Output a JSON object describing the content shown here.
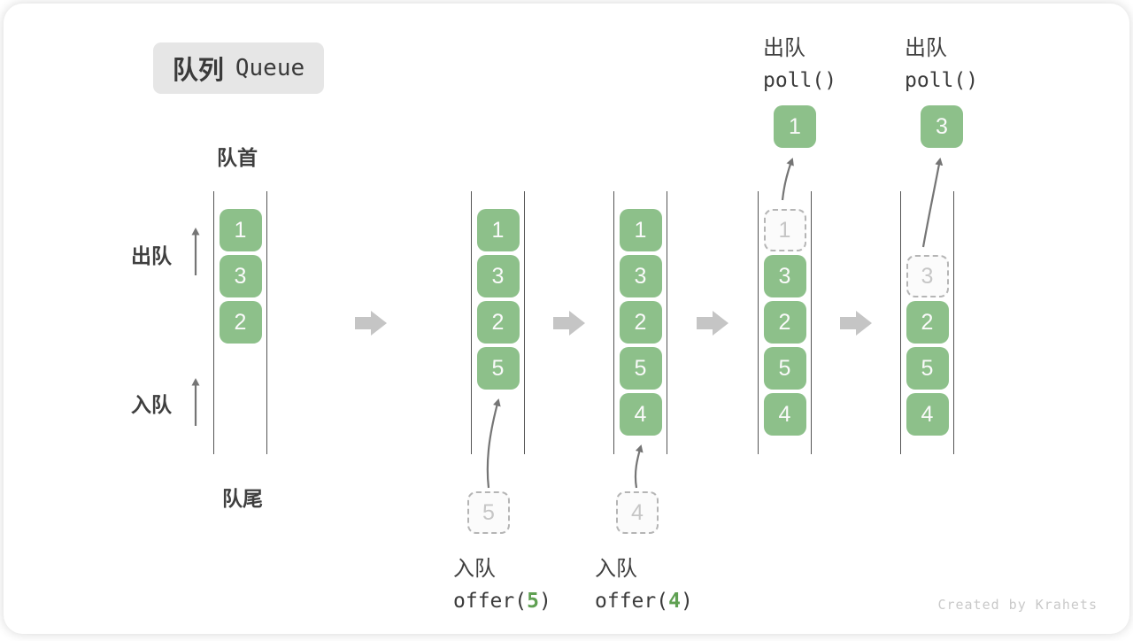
{
  "title": {
    "zh": "队列",
    "en": "Queue"
  },
  "side_labels": {
    "front": "队首",
    "rear": "队尾",
    "dequeue": "出队",
    "enqueue": "入队"
  },
  "credit": "Created by Krahets",
  "colors": {
    "cell_green": "#8dc08a",
    "cell_text": "#fafafa",
    "code_arg_green": "#5fa052",
    "dashed_border": "#b5b5b5",
    "dashed_text": "#c6c6c6",
    "queue_line": "#555555",
    "thin_arrow": "#757575",
    "block_arrow": "#c5c5c5",
    "label_text": "#3f3f3f",
    "badge_bg": "#e6e6e6"
  },
  "states": [
    {
      "name": "initial",
      "cells": [
        {
          "row": 0,
          "value": "1",
          "style": "solid"
        },
        {
          "row": 1,
          "value": "3",
          "style": "solid"
        },
        {
          "row": 2,
          "value": "2",
          "style": "solid"
        }
      ]
    },
    {
      "name": "after-offer-5",
      "cells": [
        {
          "row": 0,
          "value": "1",
          "style": "solid"
        },
        {
          "row": 1,
          "value": "3",
          "style": "solid"
        },
        {
          "row": 2,
          "value": "2",
          "style": "solid"
        },
        {
          "row": 3,
          "value": "5",
          "style": "solid"
        }
      ],
      "enqueue": {
        "label": "入队",
        "code_open": "offer(",
        "code_arg": "5",
        "code_close": ")",
        "pending_value": "5"
      }
    },
    {
      "name": "after-offer-4",
      "cells": [
        {
          "row": 0,
          "value": "1",
          "style": "solid"
        },
        {
          "row": 1,
          "value": "3",
          "style": "solid"
        },
        {
          "row": 2,
          "value": "2",
          "style": "solid"
        },
        {
          "row": 3,
          "value": "5",
          "style": "solid"
        },
        {
          "row": 4,
          "value": "4",
          "style": "solid"
        }
      ],
      "enqueue": {
        "label": "入队",
        "code_open": "offer(",
        "code_arg": "4",
        "code_close": ")",
        "pending_value": "4"
      }
    },
    {
      "name": "after-poll-1",
      "cells": [
        {
          "row": 0,
          "value": "1",
          "style": "dashed"
        },
        {
          "row": 1,
          "value": "3",
          "style": "solid"
        },
        {
          "row": 2,
          "value": "2",
          "style": "solid"
        },
        {
          "row": 3,
          "value": "5",
          "style": "solid"
        },
        {
          "row": 4,
          "value": "4",
          "style": "solid"
        }
      ],
      "dequeue": {
        "label": "出队",
        "code": "poll()",
        "popped_value": "1"
      }
    },
    {
      "name": "after-poll-3",
      "cells": [
        {
          "row": 1,
          "value": "3",
          "style": "dashed"
        },
        {
          "row": 2,
          "value": "2",
          "style": "solid"
        },
        {
          "row": 3,
          "value": "5",
          "style": "solid"
        },
        {
          "row": 4,
          "value": "4",
          "style": "solid"
        }
      ],
      "dequeue": {
        "label": "出队",
        "code": "poll()",
        "popped_value": "3"
      }
    }
  ]
}
